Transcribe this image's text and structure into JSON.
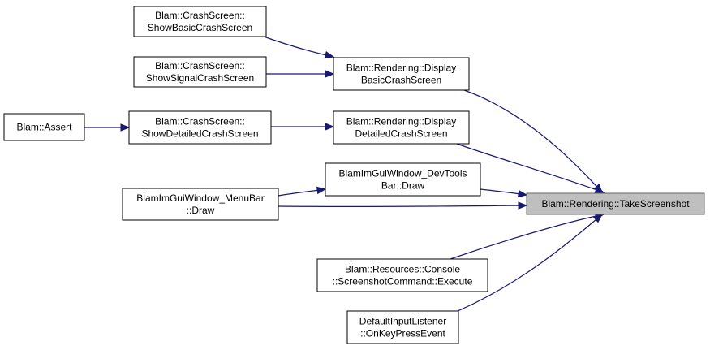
{
  "colors": {
    "edge": "#191970",
    "highlight_fill": "#bfbfbf",
    "node_stroke": "#000000"
  },
  "nodes": [
    {
      "id": "n_show_basic",
      "lines": [
        "Blam::CrashScreen::",
        "ShowBasicCrashScreen"
      ]
    },
    {
      "id": "n_show_signal",
      "lines": [
        "Blam::CrashScreen::",
        "ShowSignalCrashScreen"
      ]
    },
    {
      "id": "n_assert",
      "lines": [
        "Blam::Assert"
      ]
    },
    {
      "id": "n_show_detailed",
      "lines": [
        "Blam::CrashScreen::",
        "ShowDetailedCrashScreen"
      ]
    },
    {
      "id": "n_disp_basic",
      "lines": [
        "Blam::Rendering::Display",
        "BasicCrashScreen"
      ]
    },
    {
      "id": "n_disp_detailed",
      "lines": [
        "Blam::Rendering::Display",
        "DetailedCrashScreen"
      ]
    },
    {
      "id": "n_devtools",
      "lines": [
        "BlamImGuiWindow_DevTools",
        "Bar::Draw"
      ]
    },
    {
      "id": "n_menubar",
      "lines": [
        "BlamImGuiWindow_MenuBar",
        "::Draw"
      ]
    },
    {
      "id": "n_screenshot_cmd",
      "lines": [
        "Blam::Resources::Console",
        "::ScreenshotCommand::Execute"
      ]
    },
    {
      "id": "n_keypress",
      "lines": [
        "DefaultInputListener",
        "::OnKeyPressEvent"
      ]
    },
    {
      "id": "n_take",
      "lines": [
        "Blam::Rendering::TakeScreenshot"
      ],
      "highlight": true
    }
  ],
  "edges": [
    {
      "from": "n_show_basic",
      "to": "n_disp_basic"
    },
    {
      "from": "n_show_signal",
      "to": "n_disp_basic"
    },
    {
      "from": "n_assert",
      "to": "n_show_detailed"
    },
    {
      "from": "n_show_detailed",
      "to": "n_disp_detailed"
    },
    {
      "from": "n_disp_basic",
      "to": "n_take"
    },
    {
      "from": "n_disp_detailed",
      "to": "n_take"
    },
    {
      "from": "n_menubar",
      "to": "n_devtools"
    },
    {
      "from": "n_devtools",
      "to": "n_take"
    },
    {
      "from": "n_menubar",
      "to": "n_take"
    },
    {
      "from": "n_screenshot_cmd",
      "to": "n_take"
    },
    {
      "from": "n_keypress",
      "to": "n_take"
    }
  ]
}
